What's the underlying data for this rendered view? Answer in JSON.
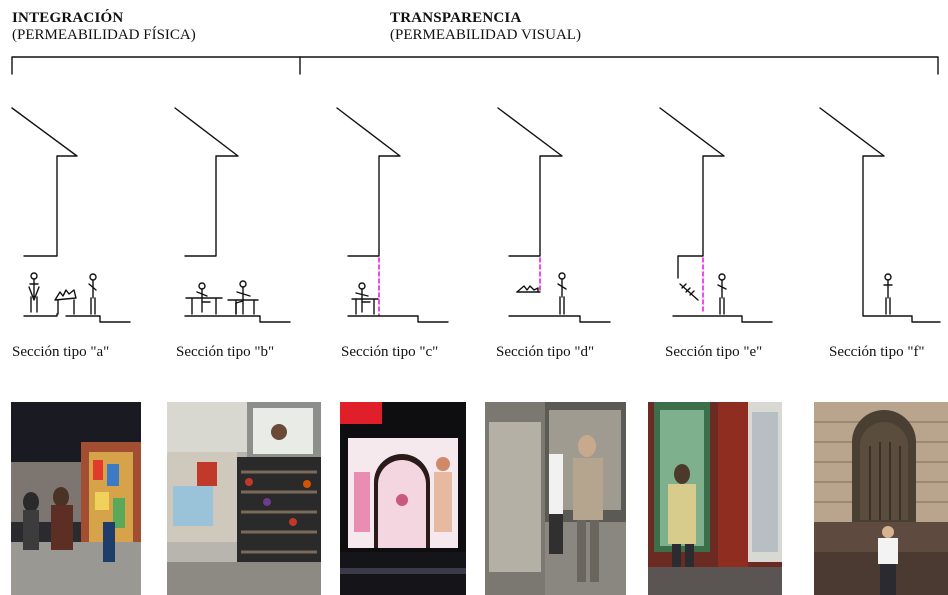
{
  "headers": {
    "integration": {
      "title": "INTEGRACIÓN",
      "subtitle": "(PERMEABILIDAD FÍSICA)"
    },
    "transparency": {
      "title": "TRANSPARENCIA",
      "subtitle": "(PERMEABILIDAD VISUAL)"
    }
  },
  "sections": [
    {
      "caption": "Sección tipo \"a\"",
      "photo": "street-vendors-photo"
    },
    {
      "caption": "Sección tipo \"b\"",
      "photo": "market-stall-photo"
    },
    {
      "caption": "Sección tipo \"c\"",
      "photo": "shop-window-photo"
    },
    {
      "caption": "Sección tipo \"d\"",
      "photo": "storefront-pedestrian-photo"
    },
    {
      "caption": "Sección tipo \"e\"",
      "photo": "recessed-shop-entrance-photo"
    },
    {
      "caption": "Sección tipo \"f\"",
      "photo": "blank-facade-photo"
    }
  ],
  "colors": {
    "line": "#111111",
    "glass": "#e800e8"
  }
}
